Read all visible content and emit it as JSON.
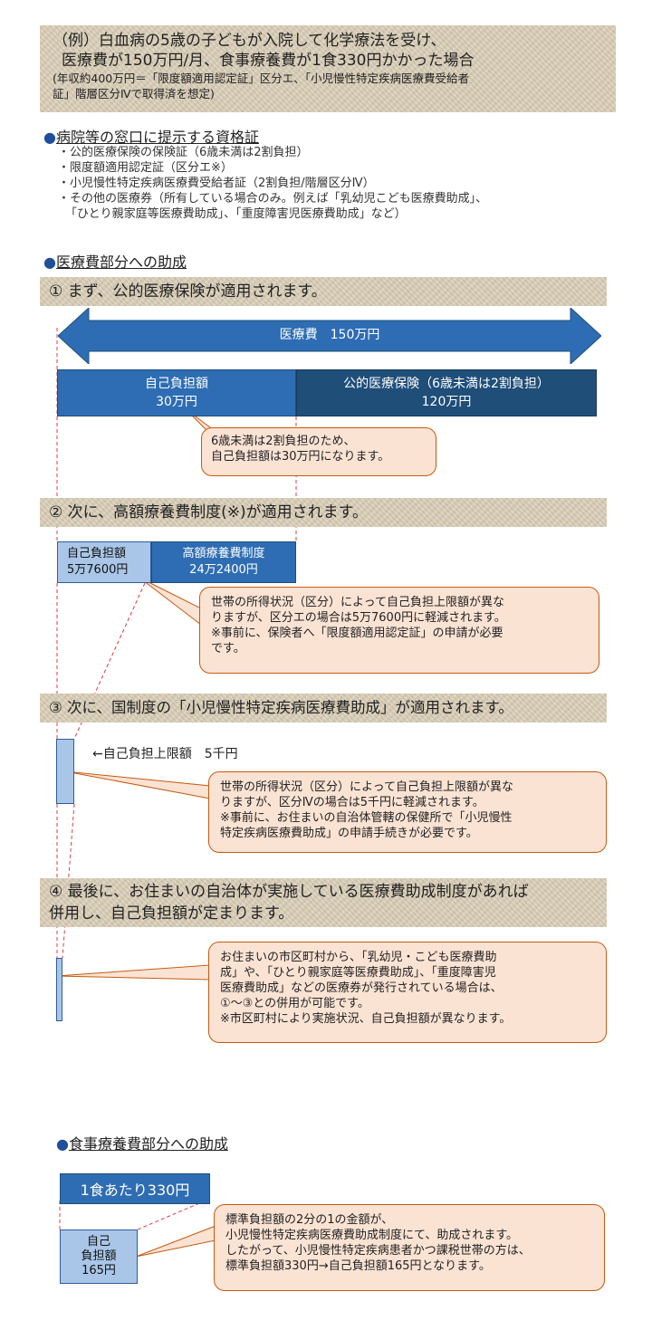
{
  "header": {
    "line1": "（例）白血病の5歳の子どもが入院して化学療法を受け、",
    "line2": "医療費が150万円/月、食事療養費が1食330円かかった場合",
    "line3": "(年収約400万円＝「限度額適用認定証」区分エ、「小児慢性特定疾病医療費受給者",
    "line4": "証」階層区分Ⅳで取得済を想定)"
  },
  "section1": {
    "title": "病院等の窓口に提示する資格証",
    "items": [
      "・公的医療保険の保険証（6歳未満は2割負担）",
      "・限度額適用認定証（区分エ※）",
      "・小児慢性特定疾病医療費受給者証（2割負担/階層区分Ⅳ）",
      "・その他の医療券（所有している場合のみ。例えば「乳幼児こども医療費助成」、",
      "「ひとり親家庭等医療費助成」、「重度障害児医療費助成」など）"
    ]
  },
  "section2": {
    "title": "医療費部分への助成"
  },
  "step1": {
    "title": "① まず、公的医療保険が適用されます。",
    "arrow_label": "医療費　150万円",
    "self_label": "自己負担額",
    "self_value": "30万円",
    "insurance_label": "公的医療保険（6歳未満は2割負担）",
    "insurance_value": "120万円",
    "callout": [
      "6歳未満は2割負担のため、",
      "自己負担額は30万円になります。"
    ]
  },
  "step2": {
    "title": "② 次に、高額療養費制度(※)が適用されます。",
    "self_label": "自己負担額",
    "self_value": "5万7600円",
    "kogaku_label": "高額療養費制度",
    "kogaku_value": "24万2400円",
    "callout": [
      "世帯の所得状況（区分）によって自己負担上限額が異な",
      "りますが、区分エの場合は5万7600円に軽減されます。",
      "※事前に、保険者へ「限度額適用認定証」の申請が必要",
      "です。"
    ]
  },
  "step3": {
    "title": "③ 次に、国制度の「小児慢性特定疾病医療費助成」が適用されます。",
    "limit_label": "←自己負担上限額　5千円",
    "callout": [
      "世帯の所得状況（区分）によって自己負担上限額が異な",
      "りますが、区分Ⅳの場合は5千円に軽減されます。",
      "※事前に、お住まいの自治体管轄の保健所で「小児慢性",
      "特定疾病医療費助成」の申請手続きが必要です。"
    ]
  },
  "step4": {
    "title_line1": "④ 最後に、お住まいの自治体が実施している医療費助成制度があれば",
    "title_line2": "併用し、自己負担額が定まります。",
    "callout": [
      "お住まいの市区町村から、「乳幼児・こども医療費助",
      "成」や、「ひとり親家庭等医療費助成」、「重度障害児",
      "医療費助成」などの医療券が発行されている場合は、",
      "①～③との併用が可能です。",
      "※市区町村により実施状況、自己負担額が異なります。"
    ]
  },
  "section3": {
    "title": "食事療養費部分への助成",
    "meal_label": "1食あたり330円",
    "self_line1": "自己",
    "self_line2": "負担額",
    "self_value": "165円",
    "callout": [
      "標準負担額の2分の1の金額が、",
      "小児慢性特定疾病医療費助成制度にて、助成されます。",
      "したがって、小児慢性特定疾病患者かつ課税世帯の方は、",
      "標準負担額330円→自己負担額165円となります。"
    ]
  },
  "colors": {
    "dark_blue": "#2e6db3",
    "navy": "#1f4e79",
    "light_blue": "#a9c6e8",
    "callout_bg": "#fbe3d4",
    "callout_border": "#c55a11",
    "dashed_red": "#e03c3c"
  }
}
